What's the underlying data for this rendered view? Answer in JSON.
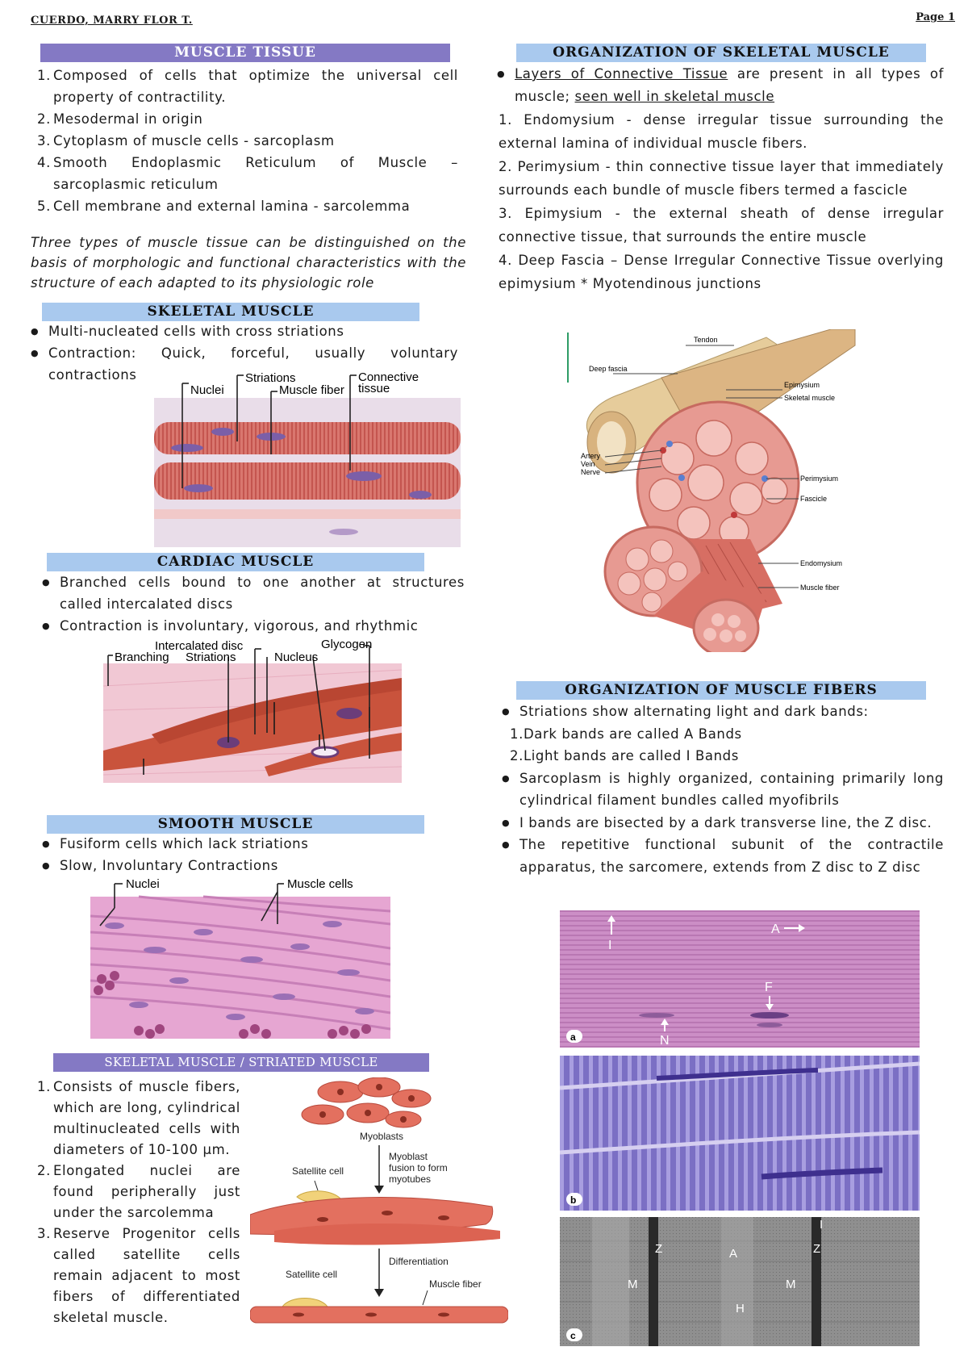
{
  "header": {
    "name": "CUERDO, MARRY FLOR T.",
    "page": "Page 1"
  },
  "muscle_tissue": {
    "title": "MUSCLE TISSUE",
    "items": [
      "Composed of cells that optimize the universal cell property of contractility.",
      "Mesodermal in origin",
      "Cytoplasm of muscle cells - sarcoplasm",
      "Smooth Endoplasmic Reticulum of Muscle – sarcoplasmic reticulum",
      "Cell membrane and external lamina - sarcolemma"
    ],
    "intro": "Three types of muscle tissue can be distinguished on the basis of morphologic and functional characteristics with the structure of each adapted to its physiologic role"
  },
  "skeletal": {
    "title": "SKELETAL MUSCLE",
    "bullets": [
      "Multi-nucleated cells with cross striations",
      "Contraction: Quick, forceful, usually voluntary contractions"
    ],
    "fig_labels": {
      "nuclei": "Nuclei",
      "striations": "Striations",
      "muscle_fiber": "Muscle fiber",
      "connective": "Connective",
      "tissue": "tissue"
    }
  },
  "cardiac": {
    "title": "CARDIAC MUSCLE",
    "bullets": [
      "Branched cells bound to one another at structures called intercalated discs",
      "Contraction is involuntary, vigorous, and rhythmic"
    ],
    "fig_labels": {
      "intercalated": "Intercalated disc",
      "glycogen": "Glycogen",
      "branching": "Branching",
      "striations": "Striations",
      "nucleus": "Nucleus"
    }
  },
  "smooth": {
    "title": "SMOOTH MUSCLE",
    "bullets": [
      "Fusiform cells which lack striations",
      "Slow, Involuntary Contractions"
    ],
    "fig_labels": {
      "nuclei": "Nuclei",
      "muscle_cells": "Muscle cells"
    }
  },
  "striated": {
    "title": "SKELETAL MUSCLE / STRIATED MUSCLE",
    "items": [
      "Consists of muscle fibers, which are long, cylindrical multinucleated cells with diameters of 10-100 µm.",
      "Elongated nuclei are found peripherally just under the sarcolemma",
      "Reserve Progenitor cells called satellite cells remain adjacent to most fibers of differentiated skeletal muscle."
    ],
    "fig_labels": {
      "myoblasts": "Myoblasts",
      "satellite1": "Satellite cell",
      "fusion1": "Myoblast",
      "fusion2": "fusion to form",
      "fusion3": "myotubes",
      "satellite2": "Satellite cell",
      "differentiation": "Differentiation",
      "muscle_fiber": "Muscle fiber"
    }
  },
  "org_skeletal": {
    "title": "ORGANIZATION OF SKELETAL MUSCLE",
    "bullet_underlined": "Layers of Connective Tissue",
    "bullet_mid": " are present in all types of muscle; ",
    "bullet_end": "seen well in skeletal muscle",
    "items": [
      {
        "num": "1.",
        "term": "Endomysium",
        "text": " - dense irregular tissue surrounding the external lamina of individual muscle fibers."
      },
      {
        "num": "2.",
        "term": "Perimysium",
        "text": " - thin connective tissue layer that immediately surrounds each bundle of muscle fibers termed a fascicle"
      },
      {
        "num": "3.",
        "term": "Epimysium",
        "text": " - the external sheath of dense irregular connective tissue, that surrounds the entire muscle"
      },
      {
        "num": "4.",
        "term": "Deep Fascia",
        "text": " – Dense Irregular Connective Tissue overlying epimysium * Myotendinous junctions"
      }
    ],
    "fig_labels": {
      "tendon": "Tendon",
      "deep_fascia": "Deep fascia",
      "epimysium": "Epimysium",
      "skeletal_muscle": "Skeletal muscle",
      "artery": "Artery",
      "vein": "Vein",
      "nerve": "Nerve",
      "perimysium": "Perimysium",
      "fascicle": "Fascicle",
      "endomysium": "Endomysium",
      "muscle_fiber": "Muscle fiber"
    }
  },
  "org_fibers": {
    "title": "ORGANIZATION OF MUSCLE FIBERS",
    "bullet1": "Striations show alternating light and dark bands:",
    "sub1": "1.Dark bands are called A Bands",
    "sub2": "2.Light bands are called I Bands",
    "bullet2": "Sarcoplasm is highly organized, containing primarily long cylindrical filament bundles called myofibrils",
    "bullet3": "I bands are bisected by a dark transverse line, the Z disc.",
    "bullet4": "The repetitive functional subunit of the contractile apparatus, the sarcomere, extends from Z disc to Z disc",
    "micro_a": {
      "i": "I",
      "a": "A",
      "f": "F",
      "n": "N",
      "panel": "a"
    },
    "micro_b": {
      "panel": "b"
    },
    "micro_c": {
      "i": "I",
      "z1": "Z",
      "a": "A",
      "z2": "Z",
      "m1": "M",
      "m2": "M",
      "h": "H",
      "panel": "c"
    }
  }
}
